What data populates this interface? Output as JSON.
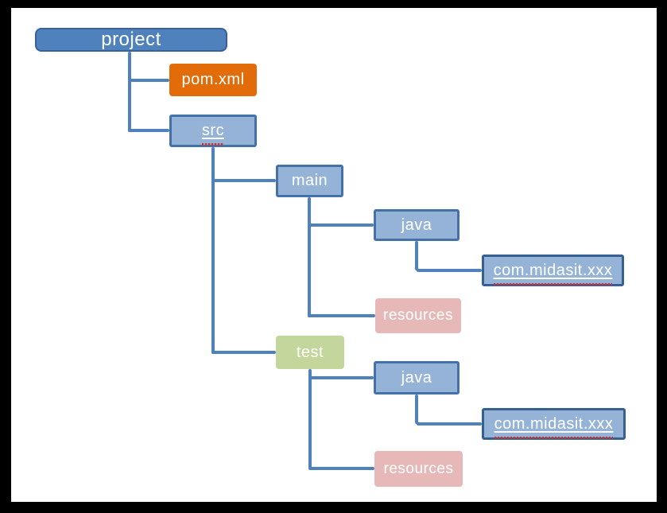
{
  "diagram": {
    "description": "Maven project directory structure tree",
    "nodes": {
      "project": {
        "label": "project",
        "type": "root-folder"
      },
      "pom": {
        "label": "pom.xml",
        "type": "file"
      },
      "src": {
        "label": "src",
        "type": "folder",
        "spellcheck_underline": true
      },
      "main": {
        "label": "main",
        "type": "folder"
      },
      "java_main": {
        "label": "java",
        "type": "folder"
      },
      "package_main": {
        "label": "com.midasit.xxx",
        "type": "package",
        "spellcheck_underline": true
      },
      "resources_main": {
        "label": "resources",
        "type": "folder"
      },
      "test": {
        "label": "test",
        "type": "folder"
      },
      "java_test": {
        "label": "java",
        "type": "folder"
      },
      "package_test": {
        "label": "com.midasit.xxx",
        "type": "package",
        "spellcheck_underline": true
      },
      "resources_test": {
        "label": "resources",
        "type": "folder"
      }
    },
    "edges": [
      {
        "from": "project",
        "to": "pom"
      },
      {
        "from": "project",
        "to": "src"
      },
      {
        "from": "src",
        "to": "main"
      },
      {
        "from": "src",
        "to": "test"
      },
      {
        "from": "main",
        "to": "java_main"
      },
      {
        "from": "main",
        "to": "resources_main"
      },
      {
        "from": "java_main",
        "to": "package_main"
      },
      {
        "from": "test",
        "to": "java_test"
      },
      {
        "from": "test",
        "to": "resources_test"
      },
      {
        "from": "java_test",
        "to": "package_test"
      }
    ],
    "colors": {
      "frame": "#000000",
      "canvas": "#ffffff",
      "root_fill": "#4f81bd",
      "root_border": "#38619c",
      "file_fill": "#e36c0a",
      "folder_fill": "#95b3d7",
      "folder_border": "#4472a8",
      "package_border": "#376092",
      "resources_fill": "#e6b9b8",
      "test_fill": "#c3d69b",
      "connector": "#4f81bd",
      "spellcheck_squiggle": "#cc3333",
      "text": "#ffffff"
    }
  }
}
